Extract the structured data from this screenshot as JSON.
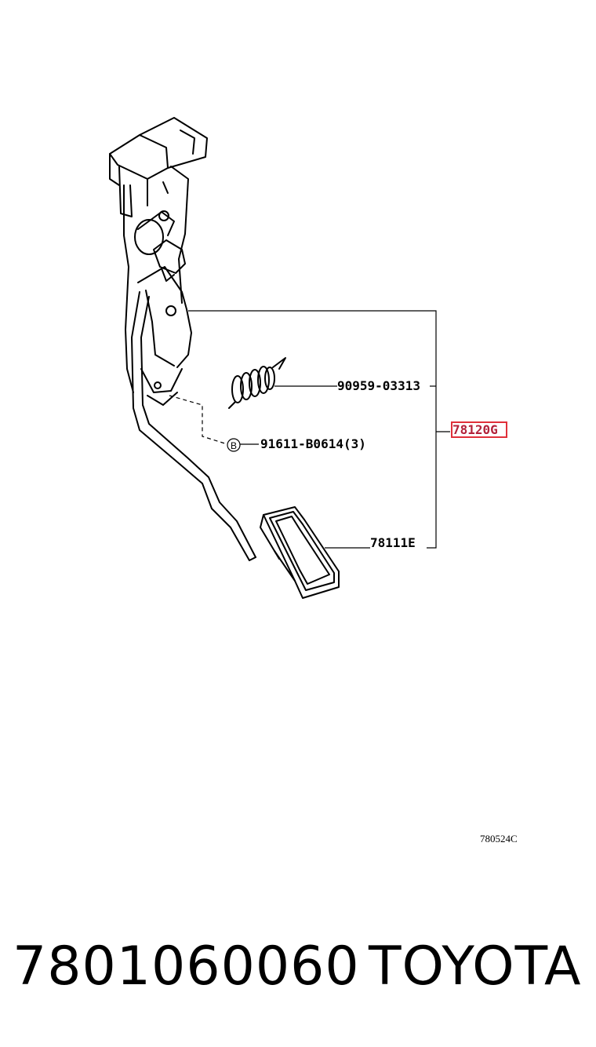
{
  "diagram": {
    "callouts": {
      "spring": "90959-03313",
      "assembly": "78120G",
      "bolt": "91611-B0614(3)",
      "pad": "78111E"
    },
    "bolt_marker": "B",
    "reference_code": "780524C",
    "highlight_color": "#e0303a"
  },
  "footer": {
    "part_number": "7801060060",
    "brand": "TOYOTA"
  }
}
